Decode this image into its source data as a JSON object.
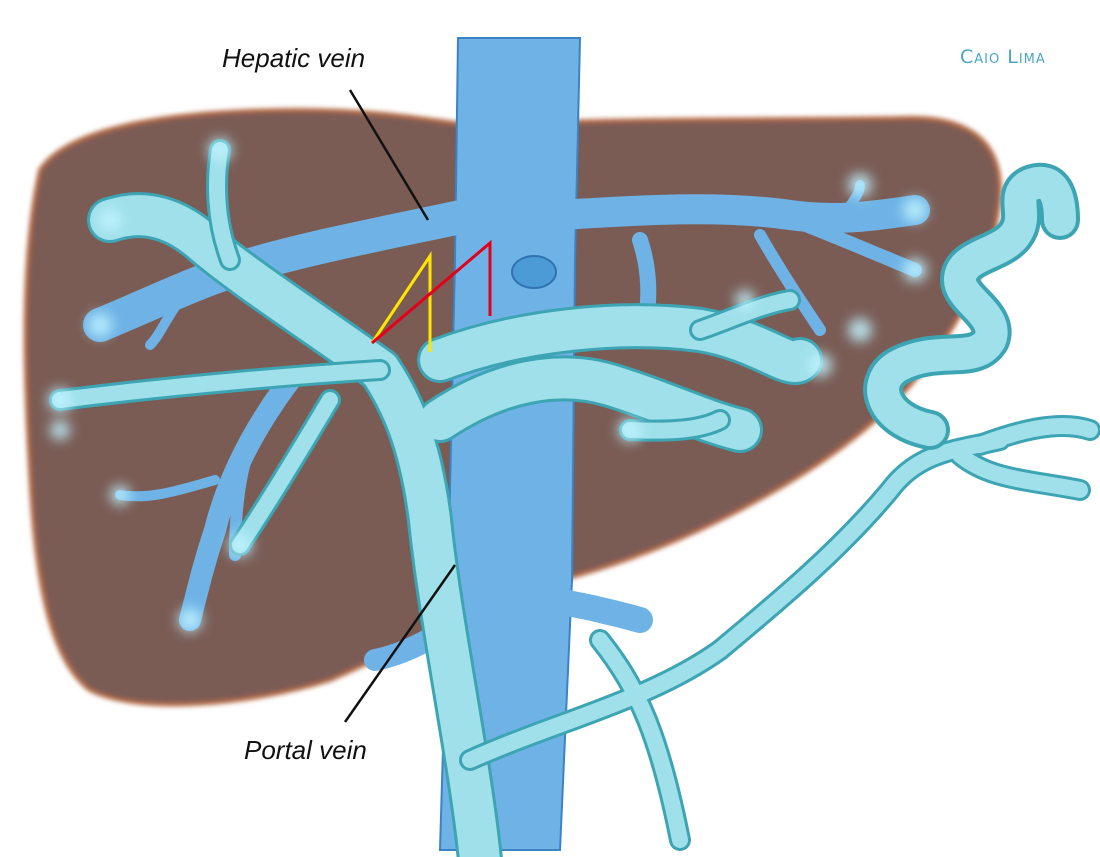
{
  "labels": {
    "hepatic_vein": "Hepatic vein",
    "portal_vein": "Portal vein"
  },
  "signature": "Caio Lima",
  "colors": {
    "liver": "#7a5c54",
    "liver_outline": "#b46a45",
    "hepatic_vein": "#6fb3e6",
    "hepatic_vein_stroke": "#3d82c4",
    "portal_vein": "#9fe0ea",
    "portal_vein_stroke": "#3da4b3",
    "marker_yellow": "#ffe600",
    "marker_red": "#e3001b",
    "leader_line": "#111111"
  }
}
